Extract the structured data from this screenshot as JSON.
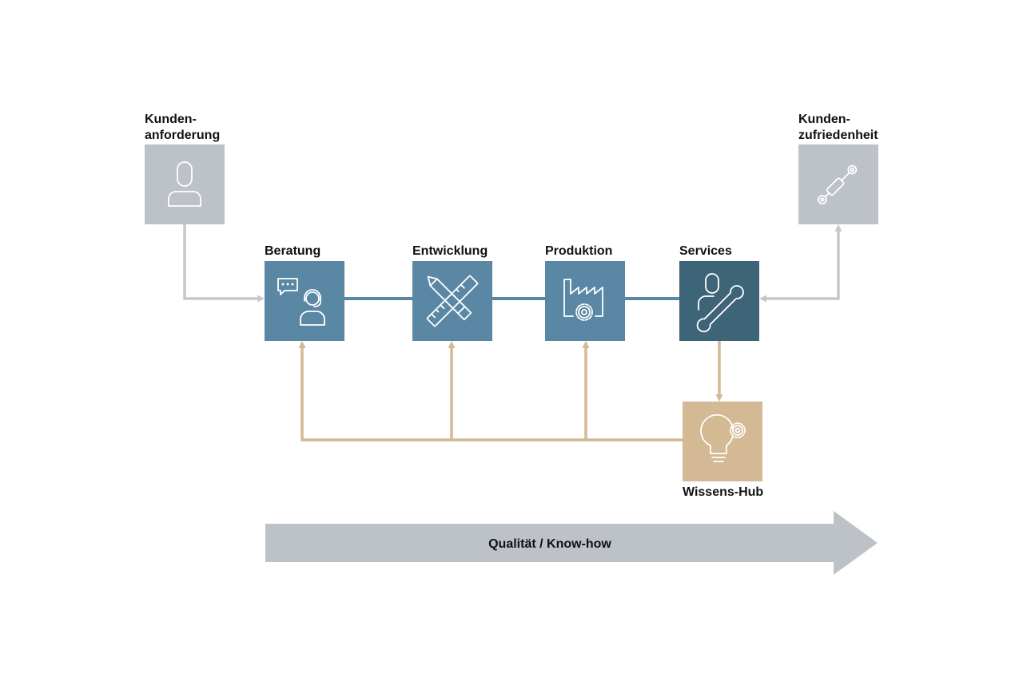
{
  "nodes": {
    "kundenanforderung": {
      "label_line1": "Kunden-",
      "label_line2": "anforderung",
      "icon": "person-icon",
      "color": "#bdc2c8"
    },
    "kundenzufriedenheit": {
      "label_line1": "Kunden-",
      "label_line2": "zufriedenheit",
      "icon": "hydraulic-cylinder-icon",
      "color": "#bdc2c8"
    },
    "beratung": {
      "label": "Beratung",
      "icon": "consulting-headset-icon",
      "color": "#5a88a4"
    },
    "entwicklung": {
      "label": "Entwicklung",
      "icon": "pencil-ruler-icon",
      "color": "#5a88a4"
    },
    "produktion": {
      "label": "Produktion",
      "icon": "factory-gear-icon",
      "color": "#5a88a4"
    },
    "services": {
      "label": "Services",
      "icon": "person-wrench-icon",
      "color": "#3e6478"
    },
    "wissens_hub": {
      "label": "Wissens-Hub",
      "icon": "lightbulb-gear-icon",
      "color": "#d3b994"
    }
  },
  "big_arrow": {
    "label": "Qualität / Know-how",
    "color": "#bdc2c8"
  },
  "colors": {
    "process_line": "#5a88a4",
    "grey_connector": "#c3c8cd",
    "knowledge_connector": "#d3b994"
  }
}
